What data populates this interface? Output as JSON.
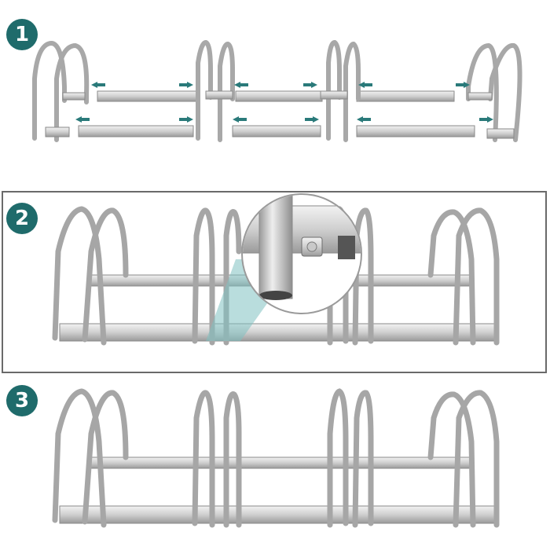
{
  "steps": [
    {
      "number": "1"
    },
    {
      "number": "2"
    },
    {
      "number": "3"
    }
  ],
  "colors": {
    "badge": "#1f6b6b",
    "arrow": "#2a7a7a",
    "metal_light": "#e2e2e2",
    "metal_mid": "#bdbdbd",
    "metal_dark": "#8a8a8a",
    "highlight": "#7fc1c1"
  }
}
